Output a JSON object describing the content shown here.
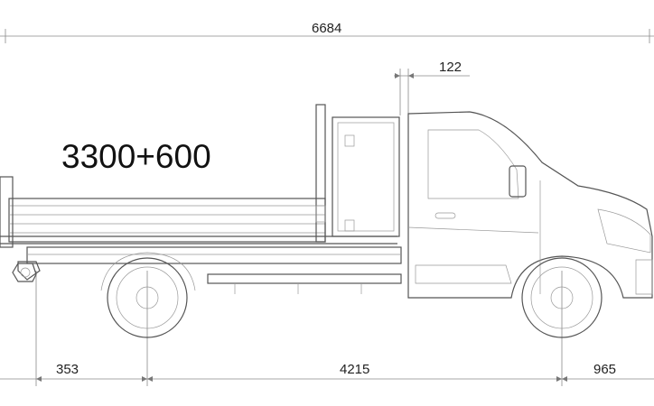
{
  "dimensions": {
    "overall_length": "6684",
    "cab_gap": "122",
    "rear_overhang": "353",
    "wheelbase": "4215",
    "front_overhang": "965"
  },
  "body_label": "3300+600"
}
